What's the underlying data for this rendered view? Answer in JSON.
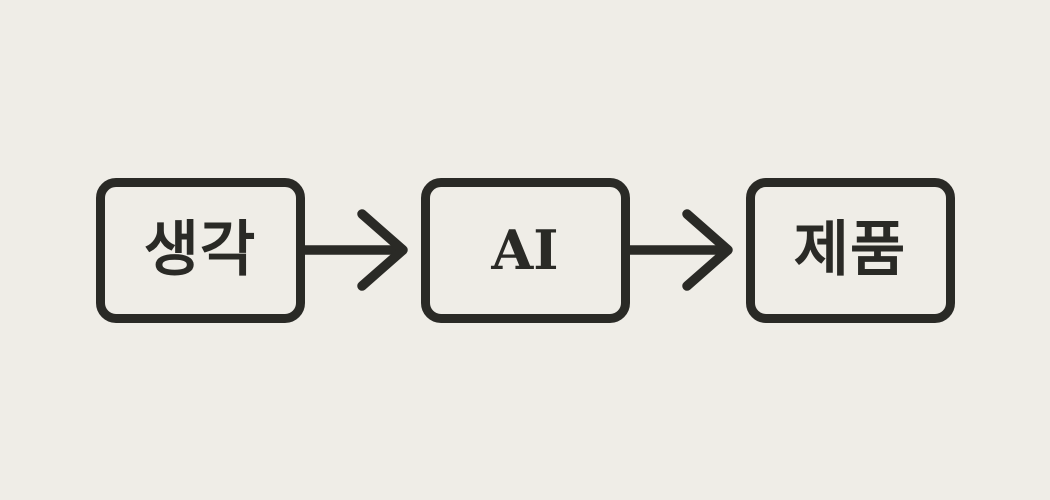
{
  "diagram": {
    "description": "Three-step flow diagram",
    "steps": [
      {
        "label": "생각"
      },
      {
        "label": "AI"
      },
      {
        "label": "제품"
      }
    ],
    "connector": "arrow-right"
  },
  "colors": {
    "background": "#efede7",
    "ink": "#2a2a26"
  }
}
